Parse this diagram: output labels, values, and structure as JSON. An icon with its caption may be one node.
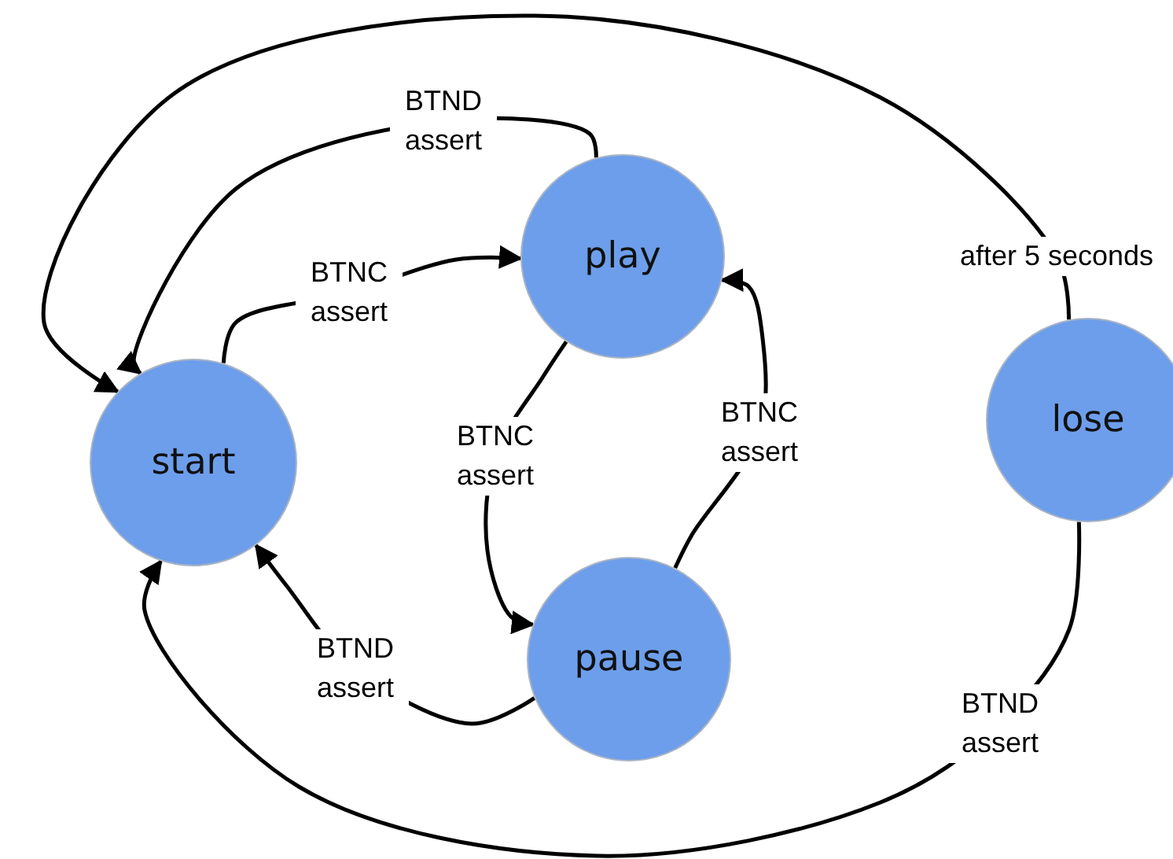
{
  "diagram": {
    "nodes": [
      {
        "text": [
          "start"
        ]
      },
      {
        "text": [
          "play"
        ]
      },
      {
        "text": [
          "pause"
        ]
      },
      {
        "text": [
          "lose"
        ]
      }
    ],
    "edges": [
      {
        "from": 0,
        "to": 1,
        "arrow": "to",
        "label": "BTNC assert"
      },
      {
        "from": 1,
        "to": 0,
        "arrow": "to",
        "label": "BTND assert"
      },
      {
        "from": 1,
        "to": 2,
        "arrow": "to",
        "label": "BTNC assert"
      },
      {
        "from": 2,
        "to": 1,
        "arrow": "to",
        "label": "BTNC assert"
      },
      {
        "from": 2,
        "to": 0,
        "arrow": "to",
        "label": "BTND assert"
      },
      {
        "from": 3,
        "to": 0,
        "arrow": "to",
        "label": "after 5 seconds"
      },
      {
        "from": 3,
        "to": 0,
        "arrow": "to",
        "label": "BTND assert"
      }
    ]
  }
}
